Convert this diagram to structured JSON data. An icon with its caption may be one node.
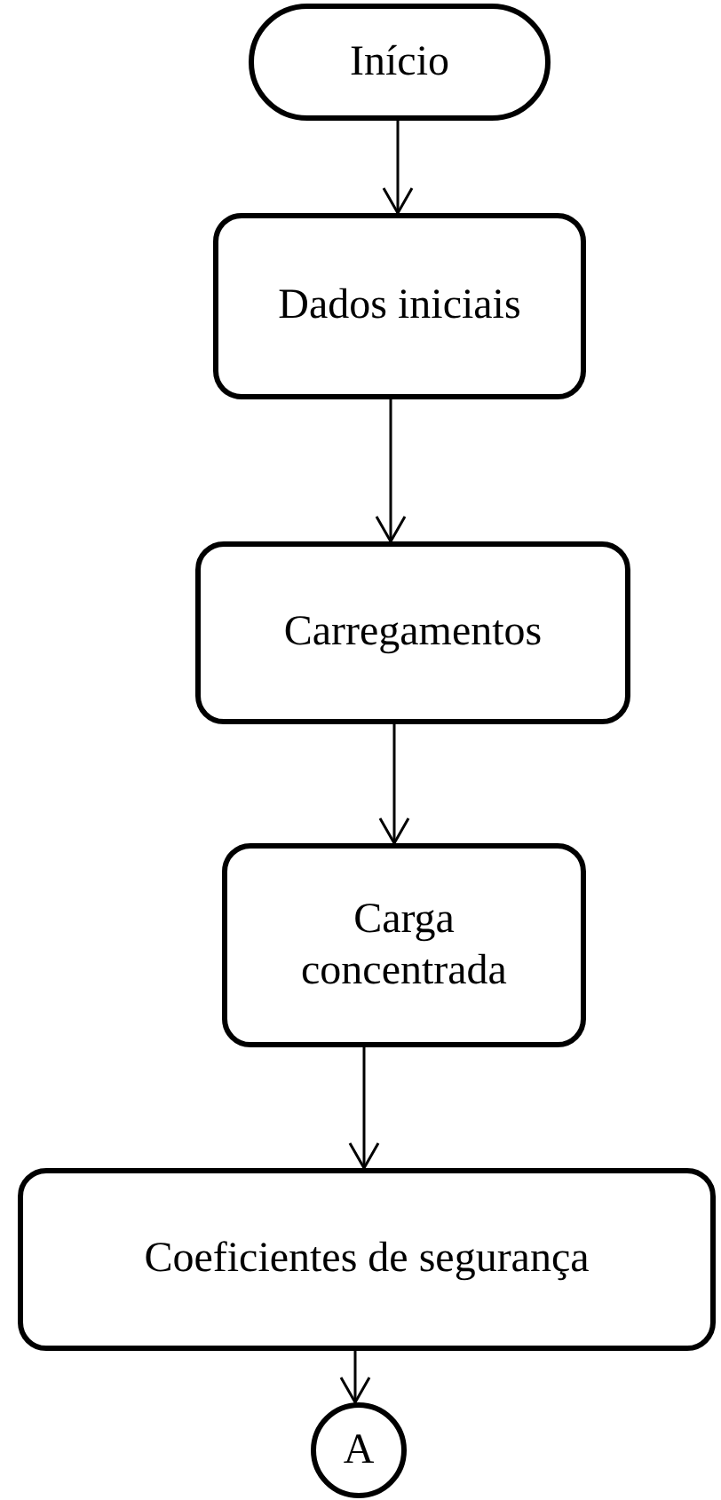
{
  "diagram": {
    "nodes": [
      {
        "text": [
          "Início"
        ]
      },
      {
        "text": [
          "Dados iniciais"
        ]
      },
      {
        "text": [
          "Carregamentos"
        ]
      },
      {
        "text": [
          "Carga concentrada"
        ]
      },
      {
        "text": [
          "Coeficientes de segurança"
        ]
      },
      {
        "text": [
          "A"
        ]
      }
    ],
    "edges": [
      {
        "from": 0,
        "to": 1,
        "arrow": "to"
      },
      {
        "from": 1,
        "to": 2,
        "arrow": "to"
      },
      {
        "from": 2,
        "to": 3,
        "arrow": "to"
      },
      {
        "from": 3,
        "to": 4,
        "arrow": "to"
      },
      {
        "from": 4,
        "to": 5,
        "arrow": "to"
      }
    ]
  }
}
